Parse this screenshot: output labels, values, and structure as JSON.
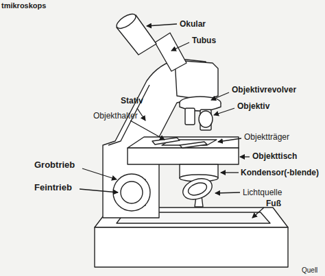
{
  "diagram": {
    "title": "tmikroskops",
    "labels": [
      "Okular",
      "Tubus",
      "Stativ",
      "Objektivrevolver",
      "Objekthalter",
      "Objektiv",
      "Objektträger",
      "Grobtrieb",
      "Objekttisch",
      "Kondensor(-blende)",
      "Lichtquelle",
      "Feintrieb",
      "Fuß",
      "Quell"
    ]
  }
}
